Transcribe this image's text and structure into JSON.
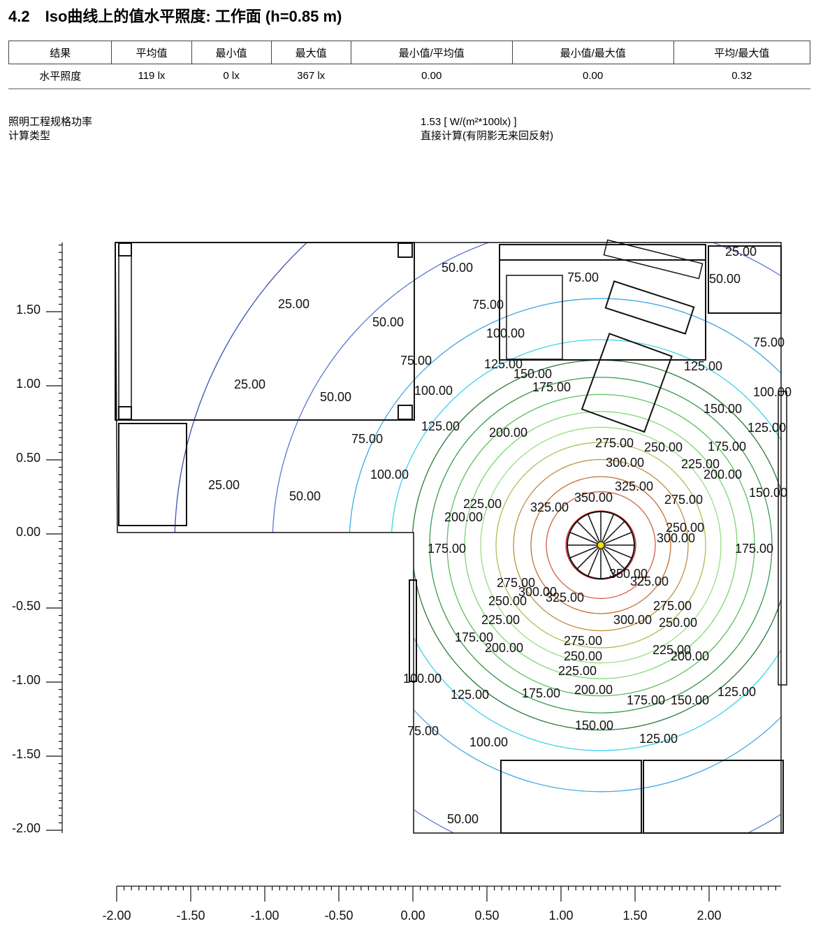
{
  "header": {
    "number": "4.2",
    "title": "Iso曲线上的值水平照度: 工作面 (h=0.85 m)"
  },
  "results_table": {
    "columns": [
      "结果",
      "平均值",
      "最小值",
      "最大值",
      "最小值/平均值",
      "最小值/最大值",
      "平均/最大值"
    ],
    "rows": [
      [
        "水平照度",
        "119 lx",
        "0 lx",
        "367 lx",
        "0.00",
        "0.00",
        "0.32"
      ]
    ]
  },
  "info": {
    "labels": [
      "照明工程规格功率",
      "计算类型"
    ],
    "values": [
      "1.53 [ W/(m²*100lx) ]",
      "直接计算(有阴影无来回反射)"
    ]
  },
  "plot": {
    "x_ticks": [
      "-2.00",
      "-1.50",
      "-1.00",
      "-0.50",
      "0.00",
      "0.50",
      "1.00",
      "1.50",
      "2.00"
    ],
    "y_ticks": [
      "1.50",
      "1.00",
      "0.50",
      "0.00",
      "-0.50",
      "-1.00",
      "-1.50",
      "-2.00"
    ],
    "levels": [
      "25.00",
      "50.00",
      "75.00",
      "100.00",
      "125.00",
      "150.00",
      "175.00",
      "200.00",
      "225.00",
      "250.00",
      "275.00",
      "300.00",
      "325.00",
      "350.00"
    ],
    "level_colors": [
      "#3a4fb0",
      "#5a78d0",
      "#3fa8e0",
      "#3fd2e8",
      "#2a7a3a",
      "#3a9a50",
      "#5cbf5c",
      "#7ad870",
      "#98e080",
      "#a8c050",
      "#c09040",
      "#c07030",
      "#d06040",
      "#e02020"
    ]
  }
}
